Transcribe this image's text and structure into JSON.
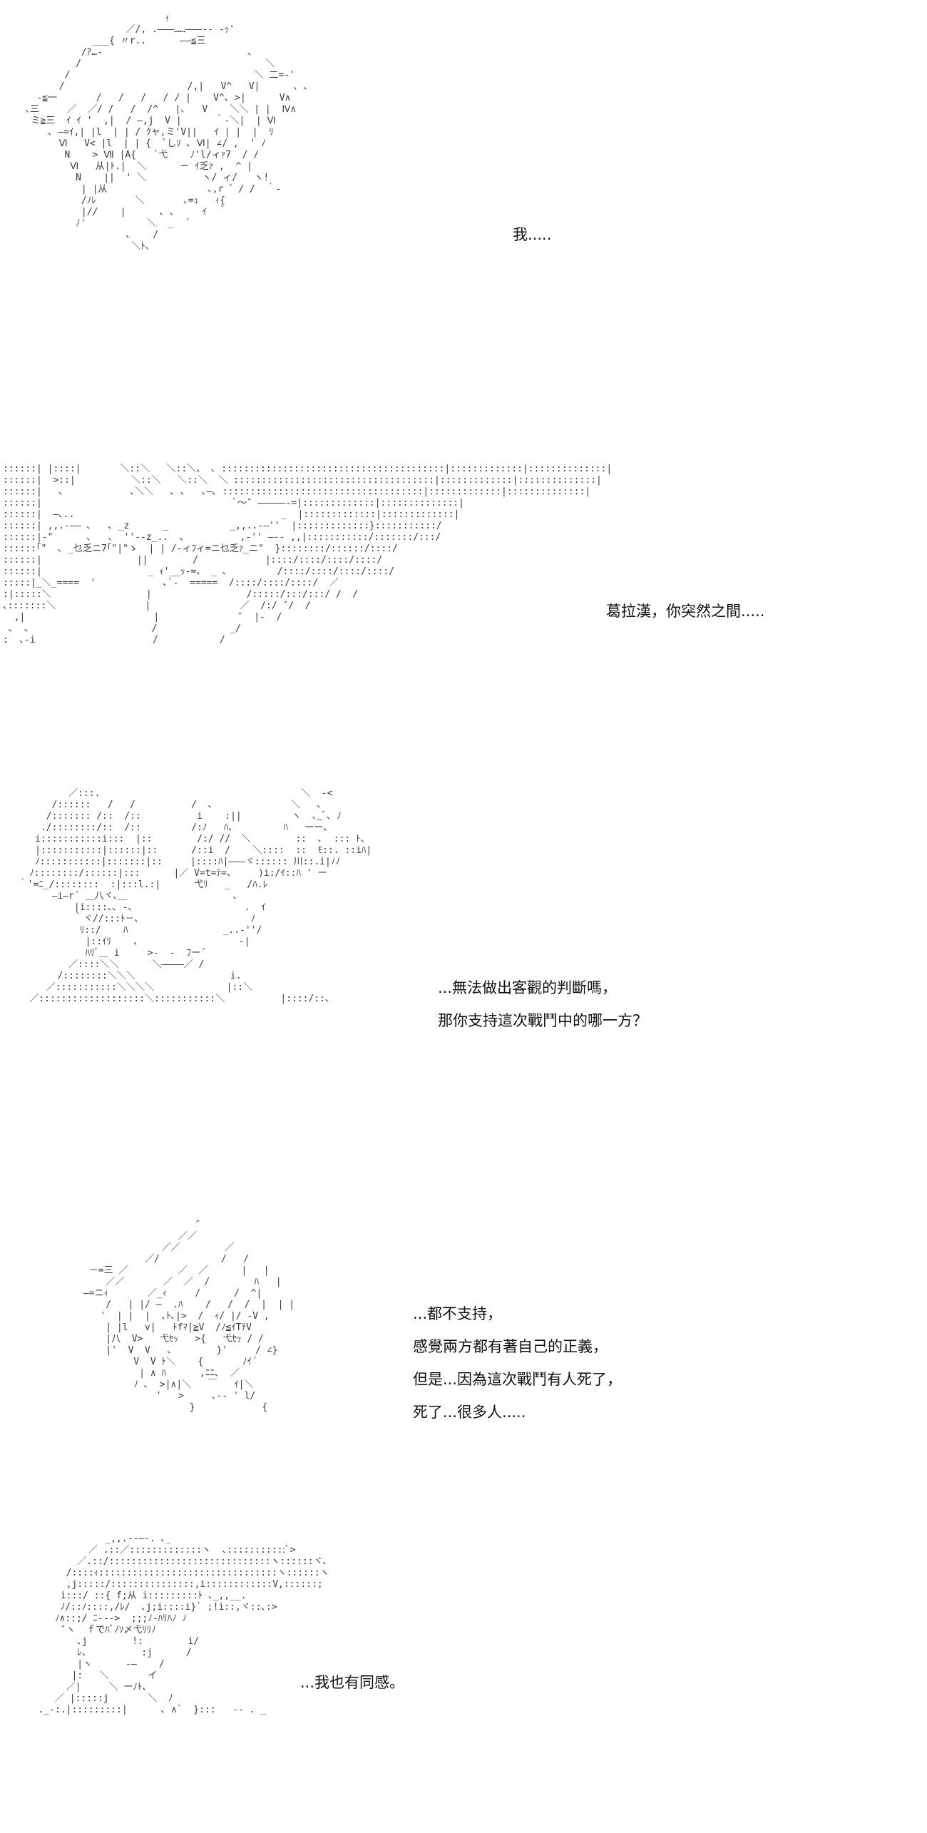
{
  "panels": [
    {
      "lines": [
        "我....."
      ]
    },
    {
      "lines": [
        "葛拉漢，你突然之間....."
      ]
    },
    {
      "lines": [
        "...無法做出客觀的判斷嗎，",
        "那你支持這次戰鬥中的哪一方？"
      ]
    },
    {
      "lines": [
        "...都不支持，",
        "感覺兩方都有著自己的正義，",
        "但是...因為這次戰鬥有人死了，",
        "死了...很多人....."
      ]
    },
    {
      "lines": [
        "...我也有同感。"
      ]
    }
  ]
}
